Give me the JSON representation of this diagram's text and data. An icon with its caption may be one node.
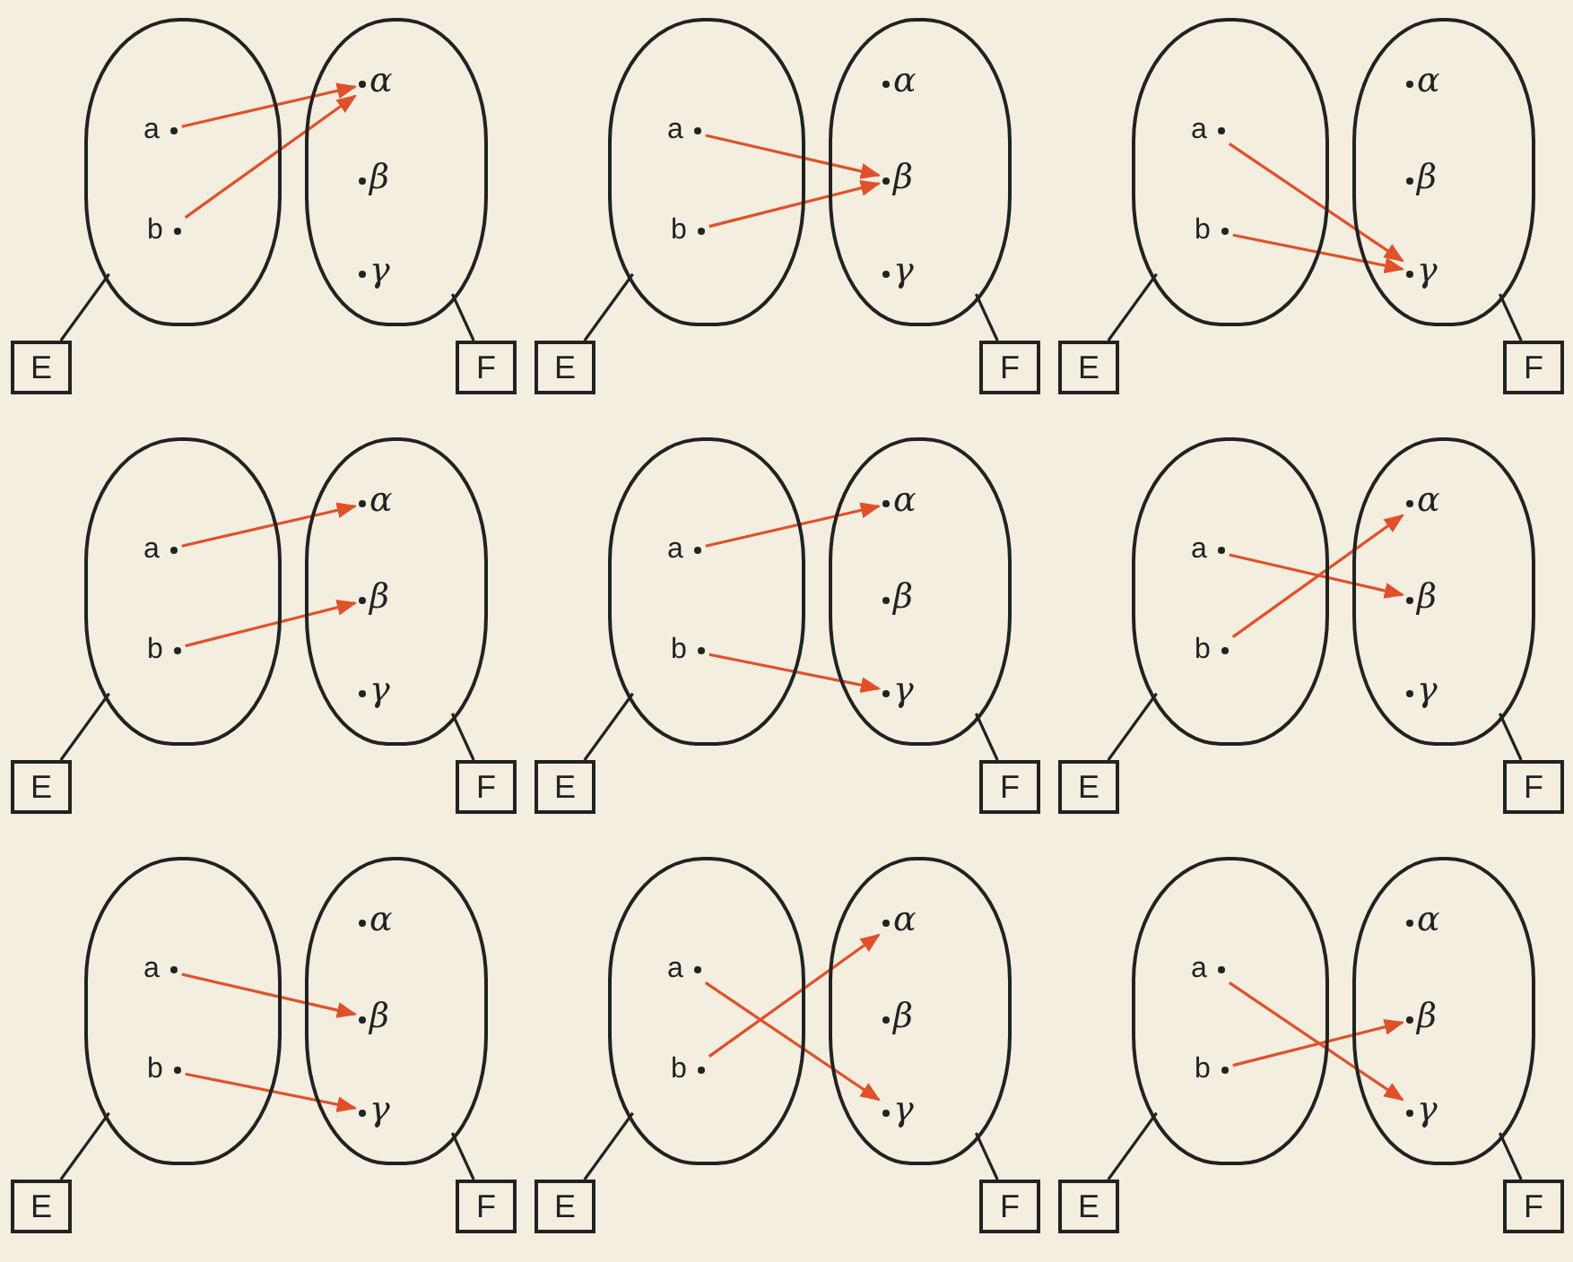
{
  "diagram": {
    "nodes": [
      {
        "text": [],
        "shape": "oval"
      },
      {
        "text": [
          "a"
        ],
        "in": 0
      },
      {
        "text": [
          "b"
        ],
        "in": 0
      },
      {
        "text": [],
        "shape": "oval"
      },
      {
        "text": [
          "α"
        ],
        "in": 3
      },
      {
        "text": [
          "β"
        ],
        "in": 3
      },
      {
        "text": [
          "γ"
        ],
        "in": 3
      },
      {
        "text": [
          "E"
        ]
      },
      {
        "text": [
          "F"
        ]
      },
      {
        "text": [],
        "shape": "oval"
      },
      {
        "text": [
          "a"
        ],
        "in": 9
      },
      {
        "text": [
          "b"
        ],
        "in": 9
      },
      {
        "text": [],
        "shape": "oval"
      },
      {
        "text": [
          "α"
        ],
        "in": 12
      },
      {
        "text": [
          "β"
        ],
        "in": 12
      },
      {
        "text": [
          "γ"
        ],
        "in": 12
      },
      {
        "text": [
          "E"
        ]
      },
      {
        "text": [
          "F"
        ]
      },
      {
        "text": [],
        "shape": "oval"
      },
      {
        "text": [
          "a"
        ],
        "in": 18
      },
      {
        "text": [
          "b"
        ],
        "in": 18
      },
      {
        "text": [],
        "shape": "oval"
      },
      {
        "text": [
          "α"
        ],
        "in": 21
      },
      {
        "text": [
          "β"
        ],
        "in": 21
      },
      {
        "text": [
          "γ"
        ],
        "in": 21
      },
      {
        "text": [
          "E"
        ]
      },
      {
        "text": [
          "F"
        ]
      },
      {
        "text": [],
        "shape": "oval"
      },
      {
        "text": [
          "a"
        ],
        "in": 27
      },
      {
        "text": [
          "b"
        ],
        "in": 27
      },
      {
        "text": [],
        "shape": "oval"
      },
      {
        "text": [
          "α"
        ],
        "in": 30
      },
      {
        "text": [
          "β"
        ],
        "in": 30
      },
      {
        "text": [
          "γ"
        ],
        "in": 30
      },
      {
        "text": [
          "E"
        ]
      },
      {
        "text": [
          "F"
        ]
      },
      {
        "text": [],
        "shape": "oval"
      },
      {
        "text": [
          "a"
        ],
        "in": 36
      },
      {
        "text": [
          "b"
        ],
        "in": 36
      },
      {
        "text": [],
        "shape": "oval"
      },
      {
        "text": [
          "α"
        ],
        "in": 39
      },
      {
        "text": [
          "β"
        ],
        "in": 39
      },
      {
        "text": [
          "γ"
        ],
        "in": 39
      },
      {
        "text": [
          "E"
        ]
      },
      {
        "text": [
          "F"
        ]
      },
      {
        "text": [],
        "shape": "oval"
      },
      {
        "text": [
          "a"
        ],
        "in": 45
      },
      {
        "text": [
          "b"
        ],
        "in": 45
      },
      {
        "text": [],
        "shape": "oval"
      },
      {
        "text": [
          "α"
        ],
        "in": 48
      },
      {
        "text": [
          "β"
        ],
        "in": 48
      },
      {
        "text": [
          "γ"
        ],
        "in": 48
      },
      {
        "text": [
          "E"
        ]
      },
      {
        "text": [
          "F"
        ]
      },
      {
        "text": [],
        "shape": "oval"
      },
      {
        "text": [
          "a"
        ],
        "in": 54
      },
      {
        "text": [
          "b"
        ],
        "in": 54
      },
      {
        "text": [],
        "shape": "oval"
      },
      {
        "text": [
          "α"
        ],
        "in": 57
      },
      {
        "text": [
          "β"
        ],
        "in": 57
      },
      {
        "text": [
          "γ"
        ],
        "in": 57
      },
      {
        "text": [
          "E"
        ]
      },
      {
        "text": [
          "F"
        ]
      },
      {
        "text": [],
        "shape": "oval"
      },
      {
        "text": [
          "a"
        ],
        "in": 63
      },
      {
        "text": [
          "b"
        ],
        "in": 63
      },
      {
        "text": [],
        "shape": "oval"
      },
      {
        "text": [
          "α"
        ],
        "in": 66
      },
      {
        "text": [
          "β"
        ],
        "in": 66
      },
      {
        "text": [
          "γ"
        ],
        "in": 66
      },
      {
        "text": [
          "E"
        ]
      },
      {
        "text": [
          "F"
        ]
      },
      {
        "text": [],
        "shape": "oval"
      },
      {
        "text": [
          "a"
        ],
        "in": 72
      },
      {
        "text": [
          "b"
        ],
        "in": 72
      },
      {
        "text": [],
        "shape": "oval"
      },
      {
        "text": [
          "α"
        ],
        "in": 75
      },
      {
        "text": [
          "β"
        ],
        "in": 75
      },
      {
        "text": [
          "γ"
        ],
        "in": 75
      },
      {
        "text": [
          "E"
        ]
      },
      {
        "text": [
          "F"
        ]
      }
    ],
    "edges": [
      {
        "from": 7,
        "to": 0,
        "arrow": "none"
      },
      {
        "from": 8,
        "to": 3,
        "arrow": "none"
      },
      {
        "from": 1,
        "to": 4,
        "arrow": "to",
        "color": "#e0502a"
      },
      {
        "from": 2,
        "to": 4,
        "arrow": "to",
        "color": "#e0502a"
      },
      {
        "from": 16,
        "to": 9,
        "arrow": "none"
      },
      {
        "from": 17,
        "to": 12,
        "arrow": "none"
      },
      {
        "from": 10,
        "to": 14,
        "arrow": "to",
        "color": "#e0502a"
      },
      {
        "from": 11,
        "to": 14,
        "arrow": "to",
        "color": "#e0502a"
      },
      {
        "from": 25,
        "to": 18,
        "arrow": "none"
      },
      {
        "from": 26,
        "to": 21,
        "arrow": "none"
      },
      {
        "from": 19,
        "to": 24,
        "arrow": "to",
        "color": "#e0502a"
      },
      {
        "from": 20,
        "to": 24,
        "arrow": "to",
        "color": "#e0502a"
      },
      {
        "from": 34,
        "to": 27,
        "arrow": "none"
      },
      {
        "from": 35,
        "to": 30,
        "arrow": "none"
      },
      {
        "from": 28,
        "to": 31,
        "arrow": "to",
        "color": "#e0502a"
      },
      {
        "from": 29,
        "to": 32,
        "arrow": "to",
        "color": "#e0502a"
      },
      {
        "from": 43,
        "to": 36,
        "arrow": "none"
      },
      {
        "from": 44,
        "to": 39,
        "arrow": "none"
      },
      {
        "from": 37,
        "to": 40,
        "arrow": "to",
        "color": "#e0502a"
      },
      {
        "from": 38,
        "to": 42,
        "arrow": "to",
        "color": "#e0502a"
      },
      {
        "from": 52,
        "to": 45,
        "arrow": "none"
      },
      {
        "from": 53,
        "to": 48,
        "arrow": "none"
      },
      {
        "from": 46,
        "to": 50,
        "arrow": "to",
        "color": "#e0502a"
      },
      {
        "from": 47,
        "to": 49,
        "arrow": "to",
        "color": "#e0502a"
      },
      {
        "from": 61,
        "to": 54,
        "arrow": "none"
      },
      {
        "from": 62,
        "to": 57,
        "arrow": "none"
      },
      {
        "from": 55,
        "to": 59,
        "arrow": "to",
        "color": "#e0502a"
      },
      {
        "from": 56,
        "to": 60,
        "arrow": "to",
        "color": "#e0502a"
      },
      {
        "from": 70,
        "to": 63,
        "arrow": "none"
      },
      {
        "from": 71,
        "to": 66,
        "arrow": "none"
      },
      {
        "from": 64,
        "to": 69,
        "arrow": "to",
        "color": "#e0502a"
      },
      {
        "from": 65,
        "to": 67,
        "arrow": "to",
        "color": "#e0502a"
      },
      {
        "from": 79,
        "to": 72,
        "arrow": "none"
      },
      {
        "from": 80,
        "to": 75,
        "arrow": "none"
      },
      {
        "from": 73,
        "to": 78,
        "arrow": "to",
        "color": "#e0502a"
      },
      {
        "from": 74,
        "to": 77,
        "arrow": "to",
        "color": "#e0502a"
      }
    ]
  }
}
